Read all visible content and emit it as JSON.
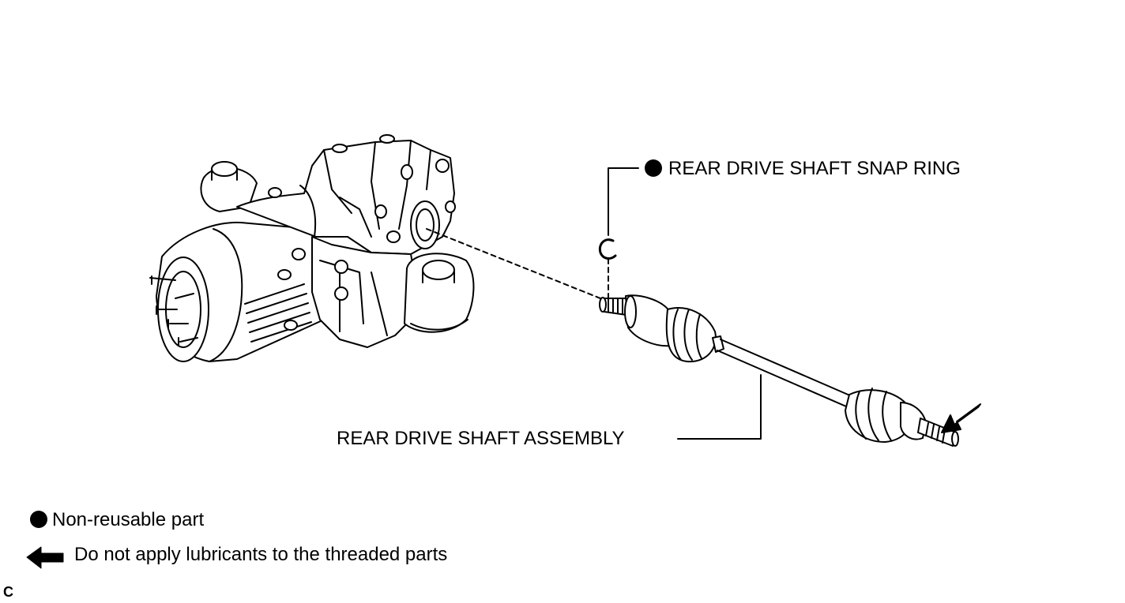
{
  "labels": {
    "snap_ring": "REAR DRIVE SHAFT SNAP RING",
    "assembly": "REAR DRIVE SHAFT ASSEMBLY"
  },
  "legend": {
    "non_reusable": "Non-reusable part",
    "no_lubricant": "Do not apply lubricants to the threaded parts"
  },
  "corner_code": "C",
  "symbols": {
    "non_reusable": "filled-circle-icon",
    "no_lubricant": "black-arrow-icon"
  },
  "colors": {
    "ink": "#000000",
    "paper": "#ffffff"
  }
}
